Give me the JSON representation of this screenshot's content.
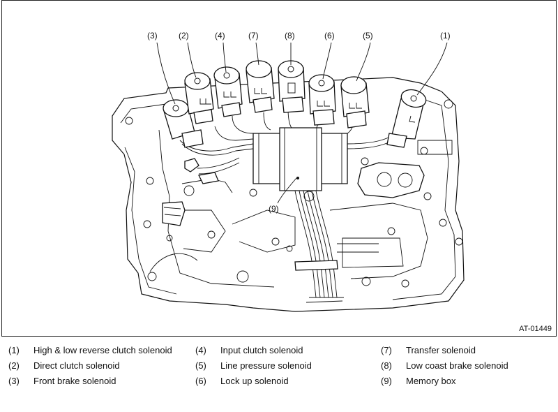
{
  "figure": {
    "id": "AT-01449",
    "callouts": [
      {
        "num": "(3)",
        "target": "front-brake"
      },
      {
        "num": "(2)",
        "target": "direct-clutch"
      },
      {
        "num": "(4)",
        "target": "input-clutch"
      },
      {
        "num": "(7)",
        "target": "transfer"
      },
      {
        "num": "(8)",
        "target": "low-coast-brake"
      },
      {
        "num": "(6)",
        "target": "lock-up"
      },
      {
        "num": "(5)",
        "target": "line-pressure"
      },
      {
        "num": "(1)",
        "target": "high-low-reverse"
      },
      {
        "num": "(9)",
        "target": "memory-box"
      }
    ]
  },
  "legend": {
    "col1": [
      {
        "num": "(1)",
        "label": "High & low reverse clutch solenoid"
      },
      {
        "num": "(2)",
        "label": "Direct clutch solenoid"
      },
      {
        "num": "(3)",
        "label": "Front brake solenoid"
      }
    ],
    "col2": [
      {
        "num": "(4)",
        "label": "Input clutch solenoid"
      },
      {
        "num": "(5)",
        "label": "Line pressure solenoid"
      },
      {
        "num": "(6)",
        "label": "Lock up solenoid"
      }
    ],
    "col3": [
      {
        "num": "(7)",
        "label": "Transfer solenoid"
      },
      {
        "num": "(8)",
        "label": "Low coast brake solenoid"
      },
      {
        "num": "(9)",
        "label": "Memory box"
      }
    ]
  }
}
